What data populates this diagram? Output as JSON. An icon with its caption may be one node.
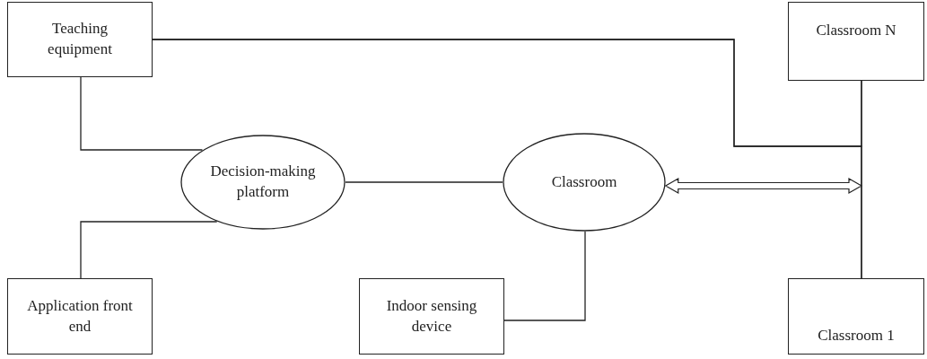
{
  "diagram": {
    "nodes": [
      {
        "text": [
          "Teaching equipment"
        ]
      },
      {
        "text": [
          "Classroom N"
        ]
      },
      {
        "text": [
          "Decision-making platform"
        ]
      },
      {
        "text": [
          "Classroom"
        ]
      },
      {
        "text": [
          "Application front end"
        ]
      },
      {
        "text": [
          "Indoor sensing device"
        ]
      },
      {
        "text": [
          "Classroom 1"
        ]
      }
    ],
    "edges": [
      {
        "from": 0,
        "to": 2,
        "arrow": "none"
      },
      {
        "from": 2,
        "to": 4,
        "arrow": "none"
      },
      {
        "from": 2,
        "to": 3,
        "arrow": "none"
      },
      {
        "from": 3,
        "to": 5,
        "arrow": "none"
      },
      {
        "from": 1,
        "to": 6,
        "arrow": "none"
      },
      {
        "from": 0,
        "to": 1,
        "arrow": "none"
      },
      {
        "from": 0,
        "to": 6,
        "arrow": "none"
      },
      {
        "from": 3,
        "to": 1,
        "arrow": "both",
        "style": "thick"
      },
      {
        "from": 3,
        "to": 6,
        "arrow": "both",
        "style": "thick"
      }
    ]
  }
}
